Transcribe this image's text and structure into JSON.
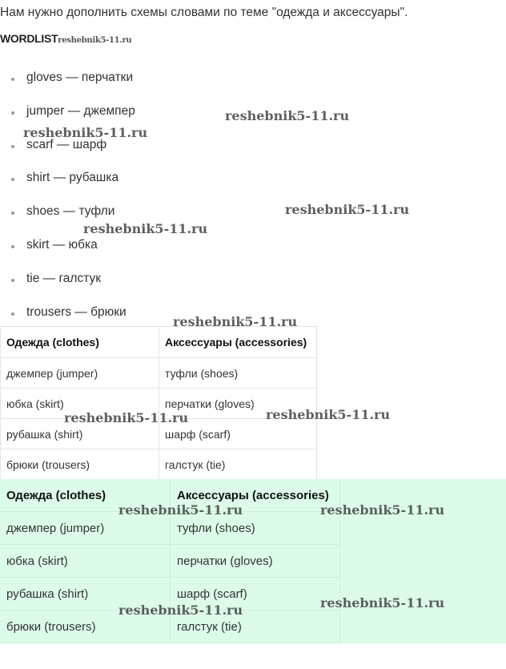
{
  "intro": "Нам нужно дополнить схемы словами по теме \"одежда и аксессуары\".",
  "wordlist_label": "WORDLIST",
  "watermark": "reshebnik5-11.ru",
  "words": [
    "gloves — перчатки",
    "jumper — джемпер",
    "scarf — шарф",
    "shirt — рубашка",
    "shoes — туфли",
    "skirt — юбка",
    "tie — галстук",
    "trousers — брюки"
  ],
  "table": {
    "headers": [
      "Одежда (clothes)",
      "Аксессуары (accessories)"
    ],
    "rows": [
      [
        "джемпер (jumper)",
        "туфли (shoes)"
      ],
      [
        "юбка (skirt)",
        "перчатки (gloves)"
      ],
      [
        "рубашка (shirt)",
        "шарф (scarf)"
      ],
      [
        "брюки (trousers)",
        "галстук (tie)"
      ]
    ]
  },
  "colors": {
    "answer_bg": "#dcfce9"
  }
}
